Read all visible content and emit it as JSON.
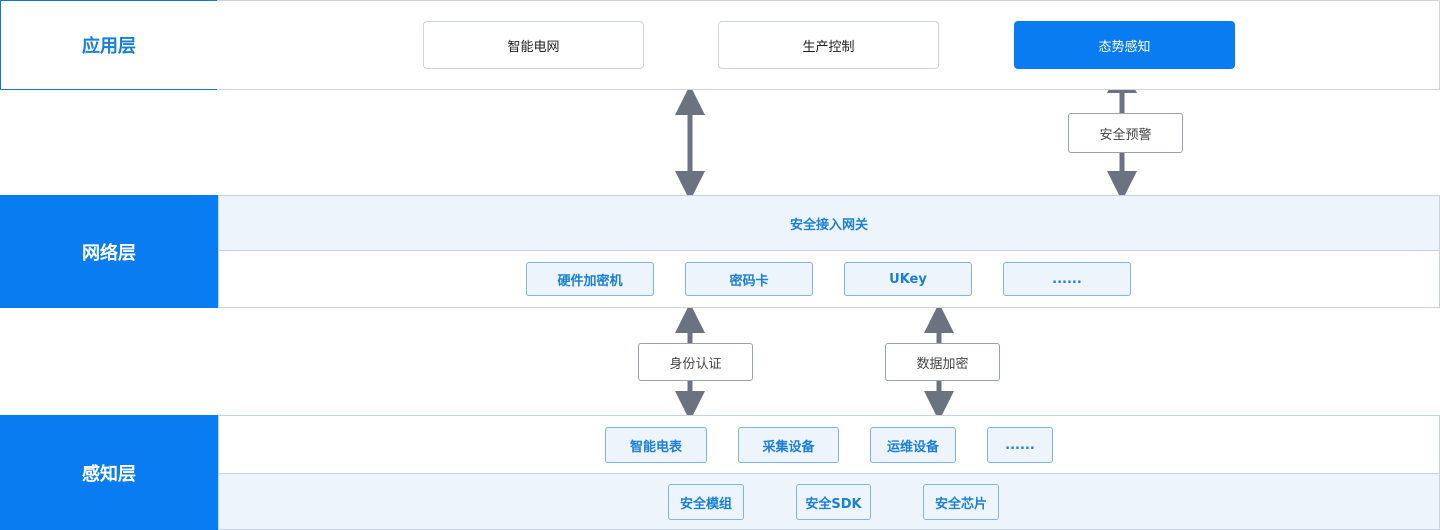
{
  "layers": {
    "application": {
      "label": "应用层",
      "items": [
        "智能电网",
        "生产控制",
        "态势感知"
      ]
    },
    "network": {
      "label": "网络层",
      "gateway": "安全接入网关",
      "items": [
        "硬件加密机",
        "密码卡",
        "UKey",
        "......"
      ]
    },
    "perception": {
      "label": "感知层",
      "devices": [
        "智能电表",
        "采集设备",
        "运维设备",
        "......"
      ],
      "modules": [
        "安全模组",
        "安全SDK",
        "安全芯片"
      ]
    }
  },
  "connectors": {
    "early_warning": "安全预警",
    "identity_auth": "身份认证",
    "data_encryption": "数据加密"
  },
  "colors": {
    "primary": "#0a7cf2",
    "arrow": "#6b7280",
    "chip_bg": "#eef4fb"
  }
}
